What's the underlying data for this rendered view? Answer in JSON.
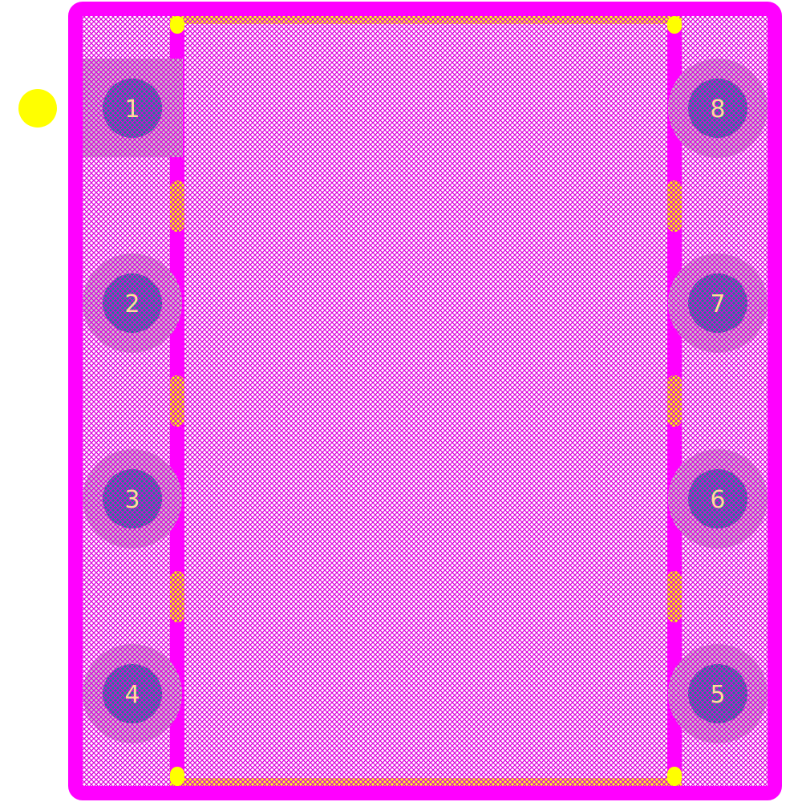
{
  "footprint": {
    "pin_count": 8,
    "pin1_marker": "pin1-dot",
    "colors": {
      "outline": "#ff00ff",
      "hatch": "#dd00dd",
      "pad_ring": "#c8c8c8",
      "pad_core": "#138c8c",
      "pin_text": "#ffd9a0",
      "silk_marker": "#ffff00"
    },
    "pins": [
      {
        "number": "1",
        "side": "left",
        "shape": "square"
      },
      {
        "number": "2",
        "side": "left",
        "shape": "round"
      },
      {
        "number": "3",
        "side": "left",
        "shape": "round"
      },
      {
        "number": "4",
        "side": "left",
        "shape": "round"
      },
      {
        "number": "5",
        "side": "right",
        "shape": "round"
      },
      {
        "number": "6",
        "side": "right",
        "shape": "round"
      },
      {
        "number": "7",
        "side": "right",
        "shape": "round"
      },
      {
        "number": "8",
        "side": "right",
        "shape": "round"
      }
    ]
  }
}
